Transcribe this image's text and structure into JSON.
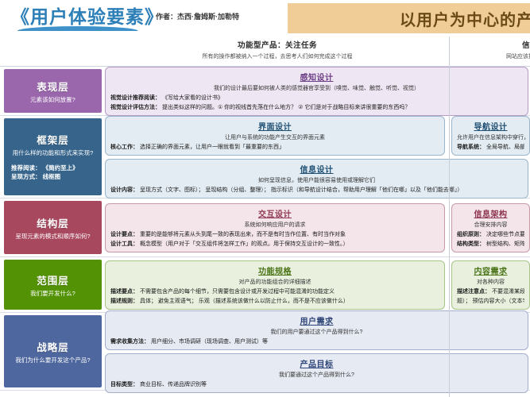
{
  "header": {
    "book_title": "《用户体验要素》",
    "author": "作者：杰西·詹姆斯·加勒特",
    "banner": "以用户为中心的产"
  },
  "columns": {
    "left": {
      "title": "功能型产品：关注任务",
      "subtitle": "所有的操作都被纳入一个过程，去思考人们如何完成这个过程"
    },
    "right": {
      "title": "信息型",
      "subtitle": "网站应该提供哪些信息"
    }
  },
  "rows": [
    {
      "layer": {
        "name": "表现层",
        "question": "元素该如何放置?",
        "color": "#9a67ac",
        "extra": []
      },
      "cards": [
        {
          "span": "wide",
          "title": "感知设计",
          "subtitle": "我们的设计最后要如何被人类的感觉器官享受到（嗅觉、味觉、触觉、听觉、视觉）",
          "lines": [
            "视觉设计推荐阅读： 《写给大家看的设计书》",
            "视觉设计评估方法： 提出类似这样的问题。① 你的视线首先落在什么地方？ ② 它们是对于战略目标来讲很重要的东西吗？"
          ]
        }
      ]
    },
    {
      "layer": {
        "name": "框架层",
        "question": "用什么样的功能和形式来实现?",
        "color": "#36648b",
        "extra": [
          "推荐阅读： 《简约至上》",
          "呈现方式： 线框图"
        ]
      },
      "cards": [
        {
          "span": "colA",
          "title": "界面设计",
          "subtitle": "让用户与系统的功能产生交互的界面元素",
          "lines": [
            "核心工作： 选择正确的界面元素，让用户一眼就看到「最重要的东西」"
          ]
        },
        {
          "span": "colB",
          "title": "导航设计",
          "subtitle": "允许用户在信息架构中穿行，帮",
          "lines": [
            "导航系统： 全局导航、局部导航、辅助导航、友"
          ]
        },
        {
          "span": "wide",
          "title": "信息设计",
          "subtitle": "如何呈现信息，使用户能很容易使用或理解它们",
          "lines": [
            "设计内容： 呈现方式（文字、图标）； 呈现结构（分组、整理）； 指示标识（和导航设计结合，帮助用户理解「他们在哪」以及「他们能去哪」）"
          ]
        }
      ]
    },
    {
      "layer": {
        "name": "结构层",
        "question": "呈现元素的模式和顺序如何?",
        "color": "#a8485f",
        "extra": []
      },
      "cards": [
        {
          "span": "colA",
          "title": "交互设计",
          "subtitle": "系统如何响应用户的请求",
          "lines": [
            "设计要点： 重要的是能够将元素从头到尾一致的表现出来，而不是有时当作位置、有时当作对象",
            "设计工具： 概念模型（用户对于「交互组件将怎样工作」的观点。用于保持交互设计的一致性。）"
          ]
        },
        {
          "span": "colB",
          "title": "信息架构",
          "subtitle": "合理安排内容",
          "lines": [
            "组织原则： 决定哪些节点要组成一组、而哪些",
            "结构类型： 树型结构、矩阵结构、自然结构"
          ]
        }
      ]
    },
    {
      "layer": {
        "name": "范围层",
        "question": "我们要开发什么?",
        "color": "#539205",
        "extra": []
      },
      "cards": [
        {
          "span": "colA",
          "title": "功能规格",
          "subtitle": "对产品的功能组合的详细描述",
          "lines": [
            "描述要点： 不需要包含产品的每个细节，只需要包含设计或开发过程中可能混淆的功能定义",
            "描述规则： 具体； 避免主观语气； 乐观（描述系统该做什么以防止什么，而不是不应该做什么）"
          ]
        },
        {
          "span": "colB",
          "title": "内容需求",
          "subtitle": "对各种内容",
          "lines": [
            "描述注意点： 不要混淆某段内容的格式和它的",
            "题）； 预估内容大小（文本字数、图片像素"
          ]
        }
      ]
    },
    {
      "layer": {
        "name": "战略层",
        "question": "我们为什么要开发这个产品?",
        "color": "#4f679f",
        "extra": []
      },
      "cards": [
        {
          "span": "wide",
          "title": "用户需求",
          "subtitle": "我们的用户要通过这个产品得到什么?",
          "lines": [
            "需求收集方法： 用户细分、市场调研（现场调查、用户测试）等"
          ]
        },
        {
          "span": "wide",
          "title": "产品目标",
          "subtitle": "我们要通过这个产品得到什么?",
          "lines": [
            "目标类型： 商业目标、传递品牌识别等"
          ]
        }
      ]
    }
  ]
}
